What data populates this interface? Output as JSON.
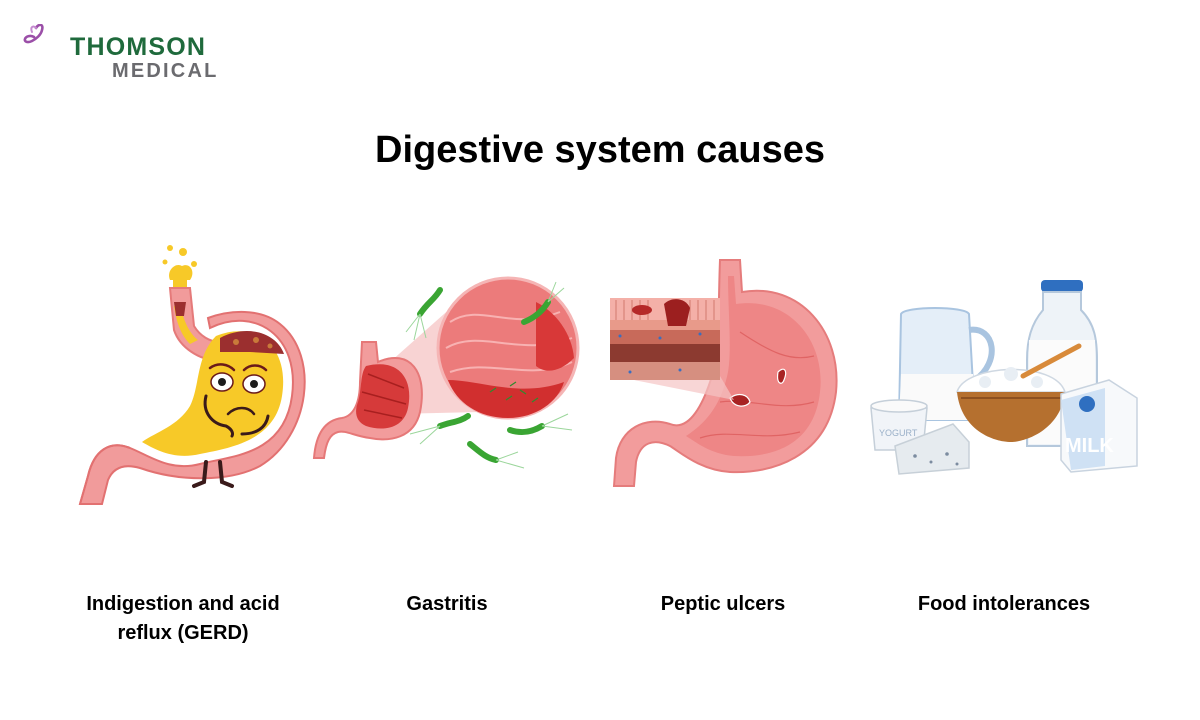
{
  "brand": {
    "name_line1": "THOMSON",
    "name_line2": "MEDICAL",
    "logo_icon": "butterfly-icon",
    "colors": {
      "green": "#1f6a3c",
      "gray": "#6b6b6f",
      "purple": "#9b4fa8"
    }
  },
  "header": {
    "title": "Digestive system causes"
  },
  "causes": [
    {
      "label": "Indigestion and acid reflux (GERD)",
      "icon": "sad-stomach-acid-reflux-illustration"
    },
    {
      "label": "Gastritis",
      "icon": "inflamed-stomach-bacteria-illustration"
    },
    {
      "label": "Peptic ulcers",
      "icon": "stomach-ulcer-cross-section-illustration"
    },
    {
      "label": "Food intolerances",
      "icon": "dairy-products-illustration"
    }
  ],
  "illustration_text": {
    "yogurt": "YOGURT",
    "milk": "MILK"
  },
  "colors": {
    "stomach_pink": "#f08a8a",
    "stomach_red": "#d83a3a",
    "acid_yellow": "#f7c928",
    "bacteria_green": "#3aa533",
    "carton_blue": "#2f7cc8",
    "bowl_brown": "#b5702f"
  }
}
